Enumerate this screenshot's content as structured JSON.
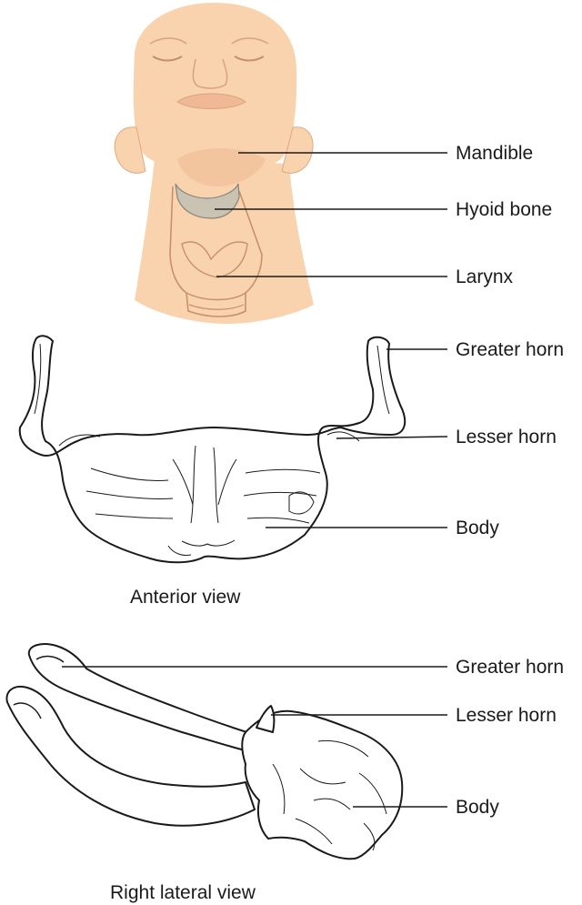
{
  "head_labels": {
    "mandible": "Mandible",
    "hyoid_bone": "Hyoid bone",
    "larynx": "Larynx"
  },
  "anterior": {
    "greater_horn": "Greater horn",
    "lesser_horn": "Lesser horn",
    "body": "Body",
    "caption": "Anterior view"
  },
  "lateral": {
    "greater_horn": "Greater horn",
    "lesser_horn": "Lesser horn",
    "body": "Body",
    "caption": "Right lateral view"
  },
  "colors": {
    "skin": "#f8d3ad",
    "skin_shadow": "#f1c29b",
    "hyoid": "#c9c3b4",
    "bone_fill": "#ffffff",
    "line": "#1a1a1a"
  }
}
